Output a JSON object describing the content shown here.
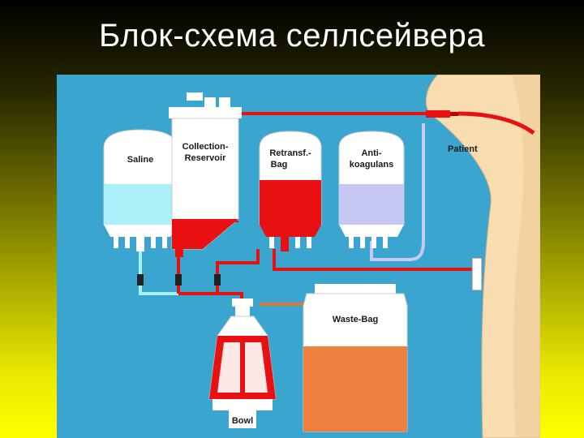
{
  "slide": {
    "title": "Блок-схема селлсейвера"
  },
  "labels": {
    "saline": "Saline",
    "collection_line1": "Collection-",
    "collection_line2": "Reservoir",
    "retransf_line1": "Retransf.-",
    "retransf_line2": "Bag",
    "anti_line1": "Anti-",
    "anti_line2": "koagulans",
    "patient": "Patient",
    "waste": "Waste-Bag",
    "bowl": "Bowl"
  },
  "colors": {
    "background_blue": "#3aa6d0",
    "blood_red": "#e81010",
    "saline_fluid": "#aaf0f8",
    "anticoag_fluid": "#c8c8f4",
    "waste_fluid": "#f08040",
    "skin": "#f8ddb0"
  }
}
